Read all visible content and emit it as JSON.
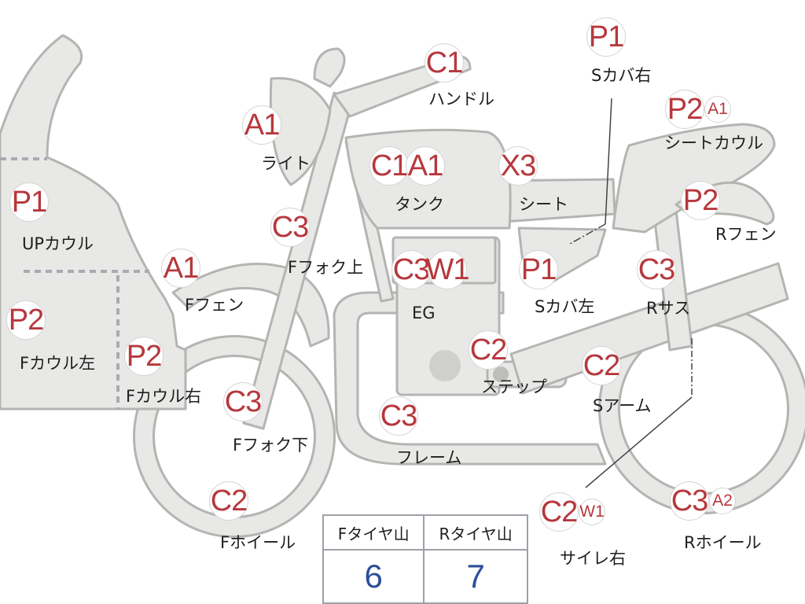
{
  "parts": [
    {
      "id": "handle",
      "label": "ハンドル",
      "badges": [
        "C1"
      ]
    },
    {
      "id": "light",
      "label": "ライト",
      "badges": [
        "A1"
      ]
    },
    {
      "id": "tank",
      "label": "タンク",
      "badges": [
        "C1",
        "A1"
      ]
    },
    {
      "id": "seat",
      "label": "シート",
      "badges": [
        "X3"
      ]
    },
    {
      "id": "side-cover-right",
      "label": "Sカバ右",
      "badges": [
        "P1"
      ]
    },
    {
      "id": "seat-cowl",
      "label": "シートカウル",
      "badges": [
        "P2",
        "A1"
      ]
    },
    {
      "id": "rear-fender",
      "label": "Rフェン",
      "badges": [
        "P2"
      ]
    },
    {
      "id": "upper-cowl",
      "label": "UPカウル",
      "badges": [
        "P1"
      ]
    },
    {
      "id": "front-fork-upper",
      "label": "Fフォク上",
      "badges": [
        "C3"
      ]
    },
    {
      "id": "front-fender",
      "label": "Fフェン",
      "badges": [
        "A1"
      ]
    },
    {
      "id": "engine",
      "label": "EG",
      "badges": [
        "C3",
        "W1"
      ]
    },
    {
      "id": "side-cover-left",
      "label": "Sカバ左",
      "badges": [
        "P1"
      ]
    },
    {
      "id": "rear-suspension",
      "label": "Rサス",
      "badges": [
        "C3"
      ]
    },
    {
      "id": "front-cowl-left",
      "label": "Fカウル左",
      "badges": [
        "P2"
      ]
    },
    {
      "id": "front-cowl-right",
      "label": "Fカウル右",
      "badges": [
        "P2"
      ]
    },
    {
      "id": "step",
      "label": "ステップ",
      "badges": [
        "C2"
      ]
    },
    {
      "id": "swing-arm",
      "label": "Sアーム",
      "badges": [
        "C2"
      ]
    },
    {
      "id": "front-fork-lower",
      "label": "Fフォク下",
      "badges": [
        "C3"
      ]
    },
    {
      "id": "frame",
      "label": "フレーム",
      "badges": [
        "C3"
      ]
    },
    {
      "id": "front-wheel",
      "label": "Fホイール",
      "badges": [
        "C2"
      ]
    },
    {
      "id": "silencer-right",
      "label": "サイレ右",
      "badges": [
        "C2",
        "W1"
      ]
    },
    {
      "id": "rear-wheel",
      "label": "Rホイール",
      "badges": [
        "C3",
        "A2"
      ]
    }
  ],
  "tire_table": {
    "headers": [
      "Fタイヤ山",
      "Rタイヤ山"
    ],
    "values": [
      "6",
      "7"
    ]
  },
  "colors": {
    "badge_text": "#b6383d",
    "tire_value": "#2c4f9a",
    "part_fill": "#e8e8e6",
    "part_outline": "#b4b4b2"
  }
}
